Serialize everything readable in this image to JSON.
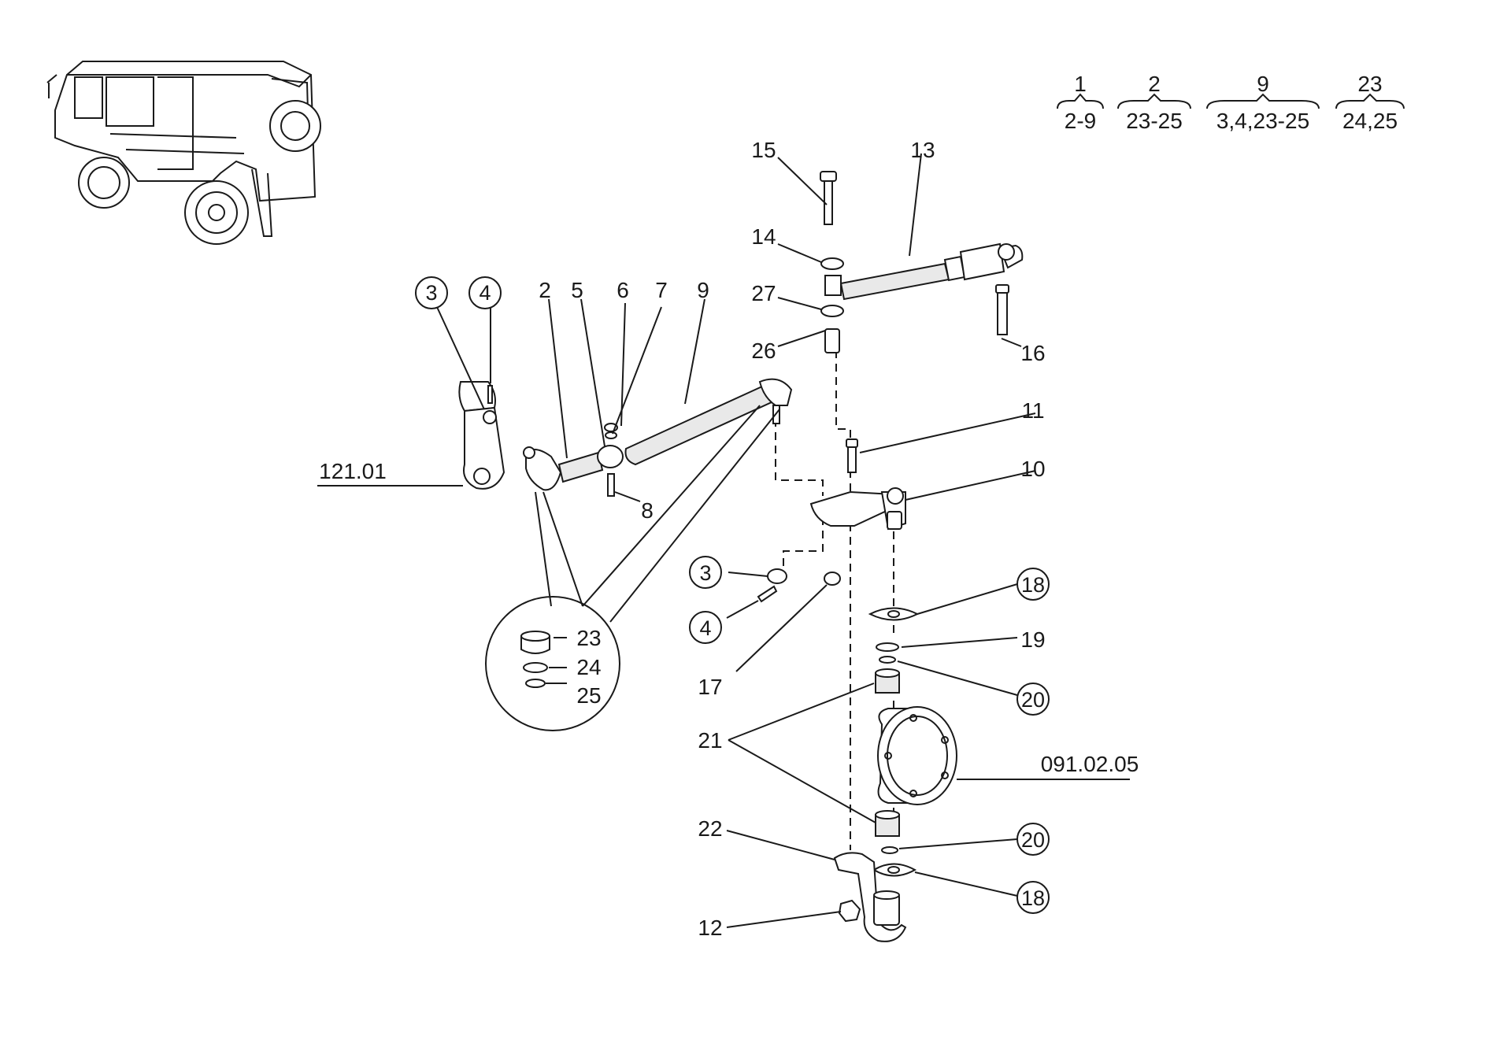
{
  "legend": [
    {
      "top": "1",
      "bottom": "2-9"
    },
    {
      "top": "2",
      "bottom": "23-25"
    },
    {
      "top": "9",
      "bottom": "3,4,23-25"
    },
    {
      "top": "23",
      "bottom": "24,25"
    }
  ],
  "callouts": {
    "c15": "15",
    "c13": "13",
    "c14": "14",
    "c27": "27",
    "c26": "26",
    "c16": "16",
    "c3a": "3",
    "c4a": "4",
    "c2": "2",
    "c5": "5",
    "c6": "6",
    "c7": "7",
    "c9": "9",
    "c11": "11",
    "c10": "10",
    "c8": "8",
    "c3b": "3",
    "c4b": "4",
    "c17": "17",
    "c18a": "18",
    "c19": "19",
    "c20a": "20",
    "c21": "21",
    "c23": "23",
    "c24": "24",
    "c25": "25",
    "c22": "22",
    "c20b": "20",
    "c18b": "18",
    "c12": "12"
  },
  "references": {
    "ref_121": "121.01",
    "ref_091": "091.02.05"
  }
}
